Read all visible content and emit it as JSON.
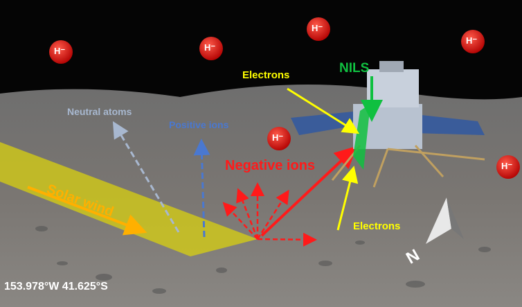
{
  "labels": {
    "neutral_atoms": "Neutral atoms",
    "positive_ions": "Positive ions",
    "negative_ions": "Negative ions",
    "solar_wind": "Solar wind",
    "electrons_top": "Electrons",
    "electrons_bottom": "Electrons",
    "nils": "NILS",
    "north": "N",
    "coordinates": "153.978°W 41.625°S",
    "hydrogen_ion": "H⁻"
  },
  "colors": {
    "h_ion": "#e01010",
    "solar_wind_band": "#d8d010",
    "solar_wind_arrow": "#ffb000",
    "neutral": "#a8b8d0",
    "positive": "#4a78d0",
    "negative": "#ff1a1a",
    "electrons": "#ffff00",
    "nils": "#10c040"
  }
}
